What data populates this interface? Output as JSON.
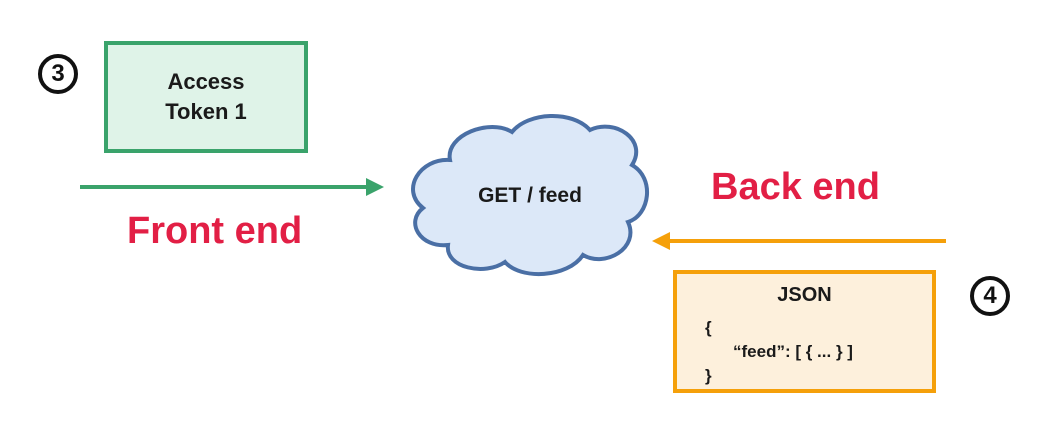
{
  "steps": {
    "request_step": "3",
    "response_step": "4"
  },
  "access_token": {
    "line1": "Access",
    "line2": "Token 1"
  },
  "labels": {
    "front_end": "Front end",
    "back_end": "Back end"
  },
  "cloud": {
    "text": "GET / feed"
  },
  "json_response": {
    "title": "JSON",
    "open_brace": "{",
    "body": "“feed”: [ { ... } ]",
    "close_brace": "}"
  },
  "colors": {
    "front_end_arrow": "#3aa36b",
    "back_end_arrow": "#f5a00a",
    "label_red": "#e21f45",
    "cloud_fill": "#dce8f8",
    "cloud_stroke": "#4a6fa5",
    "token_fill": "#dff3e8",
    "json_fill": "#fdf0dc"
  }
}
